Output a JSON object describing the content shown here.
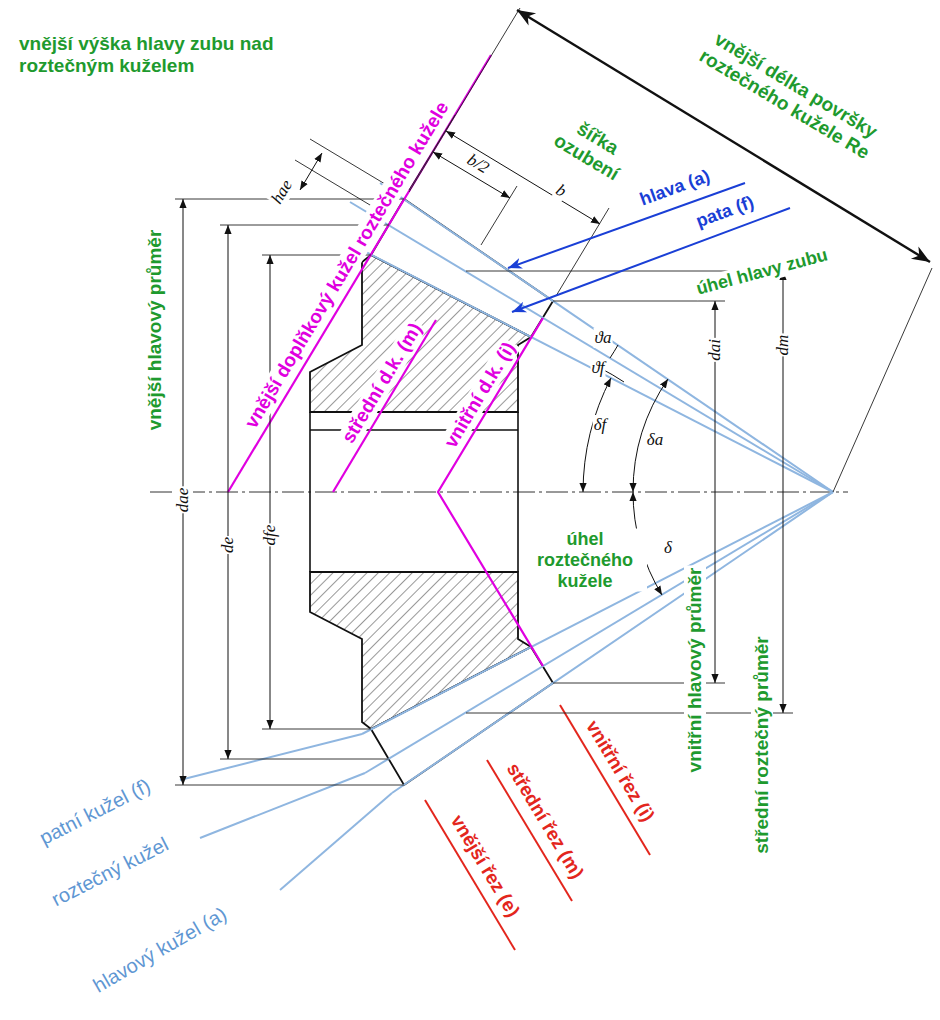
{
  "diagram": {
    "labels": [
      "vnější výška hlavy zubu nad roztečným kuželem",
      "hae",
      "b/2",
      "b",
      "šířka ozubení",
      "vnější délka površky roztečného kužele Re",
      "hlava (a)",
      "pata (f)",
      "úhel hlavy zubu",
      "ϑa",
      "ϑf",
      "vnější hlavový průměr",
      "vnější doplňkový kužel roztečného kužele",
      "střední d.k. (m)",
      "vnitřní d.k. (i)",
      "dae",
      "de",
      "dfe",
      "δf",
      "δa",
      "dai",
      "dm",
      "úhel roztečného kužele",
      "δ",
      "vnitřní hlavový průměr",
      "střední roztečný průměr",
      "patní kužel (f)",
      "roztečný kužel",
      "hlavový kužel (a)",
      "vnější řez (e)",
      "střední řez (m)",
      "vnitřní řez (i)"
    ]
  }
}
